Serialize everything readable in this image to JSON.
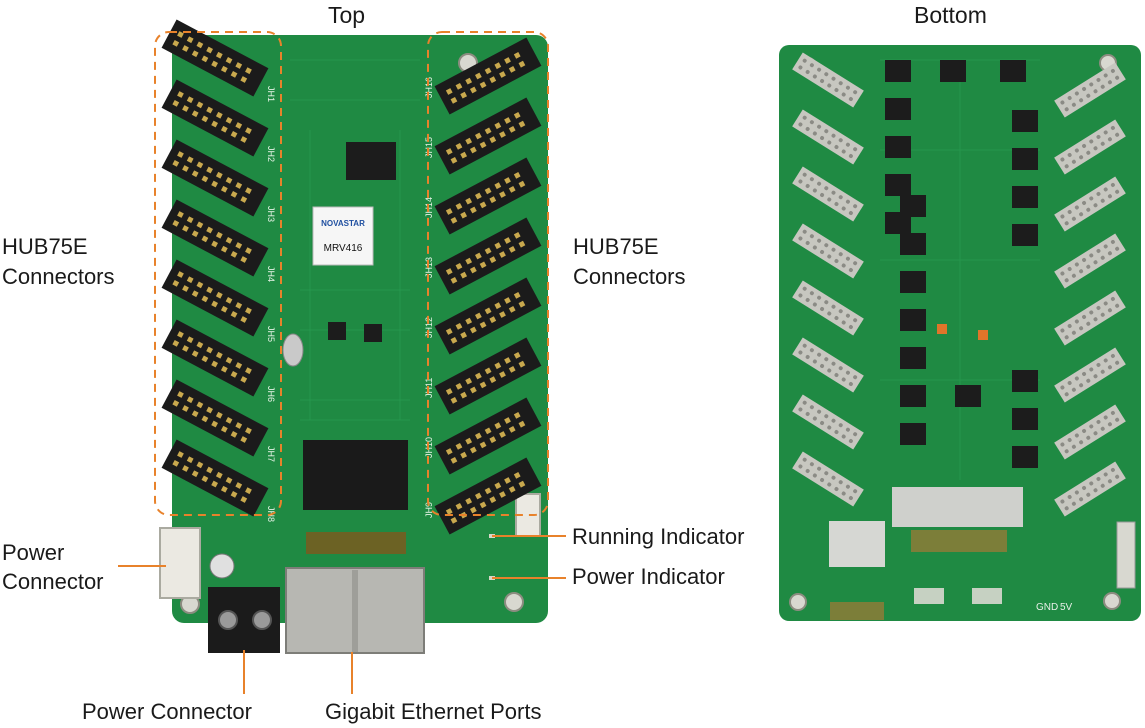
{
  "top_board": {
    "title": "Top",
    "chip_brand": "NOVASTAR",
    "chip_model": "MRV416",
    "connector_labels": [
      "JH1",
      "JH2",
      "JH3",
      "JH4",
      "JH5",
      "JH6",
      "JH7",
      "JH8",
      "JH9",
      "JH10",
      "JH11",
      "JH12",
      "JH13",
      "JH14",
      "JH15",
      "JH16"
    ]
  },
  "bottom_board": {
    "title": "Bottom",
    "silk_gnd": "GND",
    "silk_5v": "5V"
  },
  "callouts": {
    "hub_left_line1": "HUB75E",
    "hub_left_line2": "Connectors",
    "hub_right_line1": "HUB75E",
    "hub_right_line2": "Connectors",
    "power_left_line1": "Power",
    "power_left_line2": "Connector",
    "running_indicator": "Running Indicator",
    "power_indicator": "Power Indicator",
    "power_connector_bottom": "Power Connector",
    "ethernet_ports": "Gigabit Ethernet Ports"
  },
  "colors": {
    "pcb_green": "#1f8a43",
    "pcb_dark": "#146b32",
    "callout_orange": "#e8822b",
    "connector_black": "#1b1b1b"
  }
}
